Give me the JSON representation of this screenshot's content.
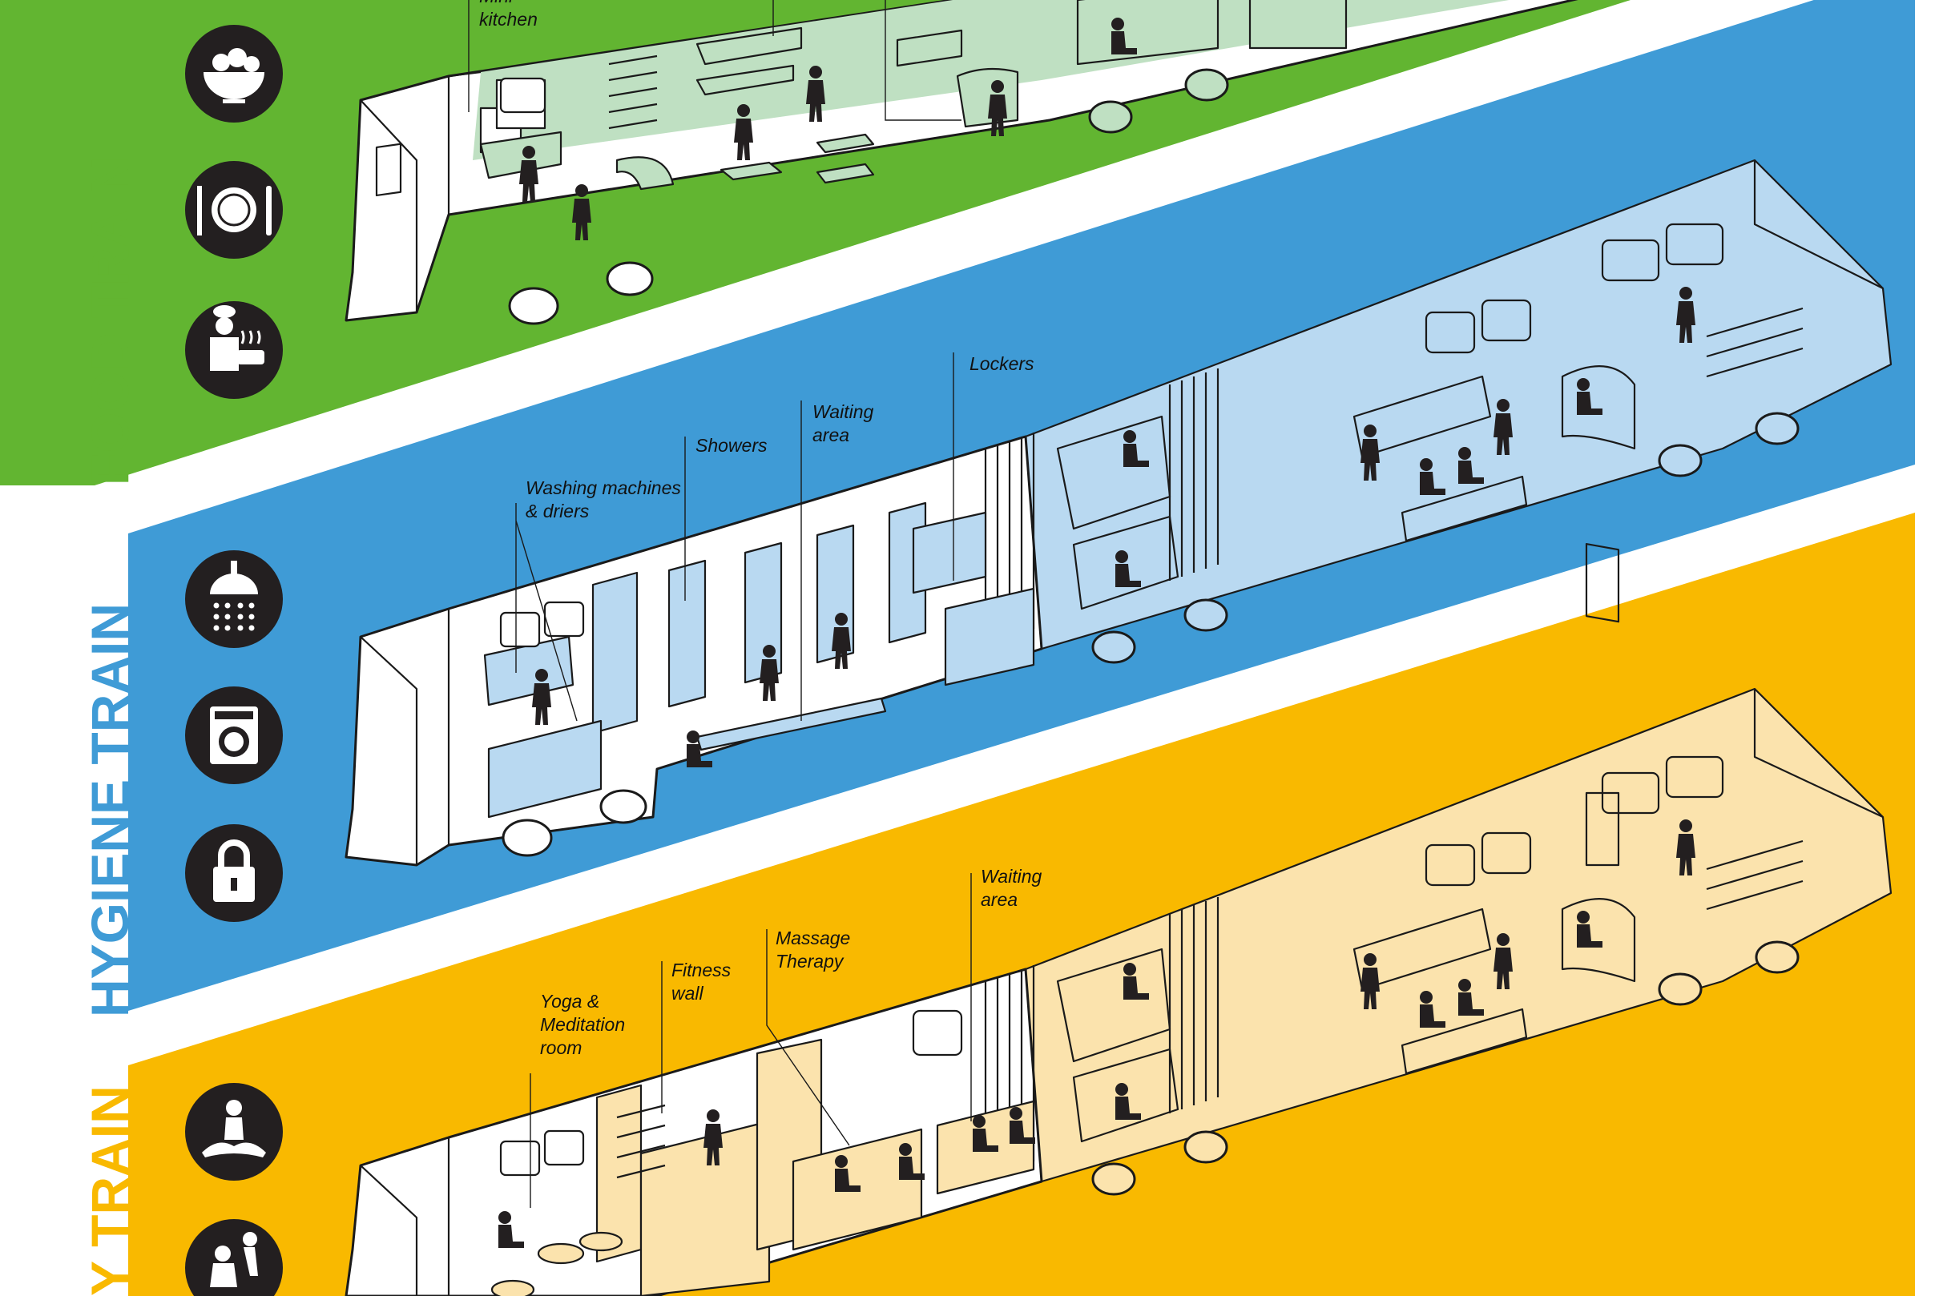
{
  "colors": {
    "food": "#62b531",
    "hygiene": "#3f9bd6",
    "third": "#f9b900",
    "icon_bg": "#231f20",
    "outline": "#1a1a1a",
    "food_tint": "#bfe0c2",
    "hygiene_tint": "#b9d9f1",
    "third_tint": "#fbe3ad",
    "person": "#231f20"
  },
  "bands": {
    "food": {
      "title": "FOOD TRAIN",
      "icons": [
        "salad-bowl-icon",
        "plate-cutlery-icon",
        "chef-cooking-icon"
      ]
    },
    "hygiene": {
      "title": "HYGIENE TRAIN",
      "icons": [
        "shower-icon",
        "washing-machine-icon",
        "padlock-icon"
      ]
    },
    "third": {
      "title": "Y TRAIN",
      "icons": [
        "meditation-icon",
        "massage-icon"
      ]
    }
  },
  "callouts": {
    "food": {
      "mini_kitchen": [
        "Mini",
        "kitchen"
      ]
    },
    "hygiene": {
      "washing": [
        "Washing machines",
        "& driers"
      ],
      "showers": [
        "Showers"
      ],
      "waiting": [
        "Waiting",
        "area"
      ],
      "lockers": [
        "Lockers"
      ]
    },
    "third": {
      "yoga": [
        "Yoga &",
        "Meditation",
        "room"
      ],
      "fitness": [
        "Fitness",
        "wall"
      ],
      "massage": [
        "Massage",
        "Therapy"
      ],
      "waiting": [
        "Waiting",
        "area"
      ]
    }
  }
}
